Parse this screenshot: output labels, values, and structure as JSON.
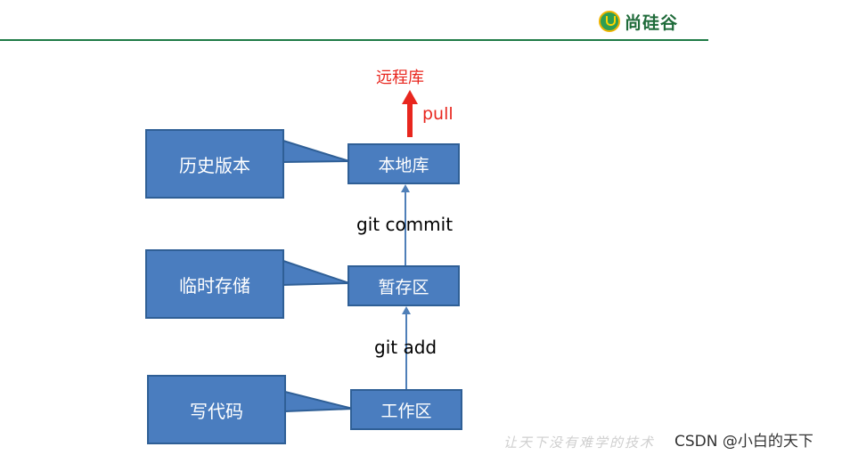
{
  "header": {
    "logo_text": "尚硅谷",
    "logo_icon": "u-badge-icon",
    "rule_color": "#1e7a45"
  },
  "diagram": {
    "remote": {
      "label": "远程库",
      "op": "pull",
      "color": "#e8261e"
    },
    "stages": [
      {
        "id": "local",
        "label": "本地库",
        "note": "历史版本"
      },
      {
        "id": "staging",
        "label": "暂存区",
        "note": "临时存储"
      },
      {
        "id": "workspace",
        "label": "工作区",
        "note": "写代码"
      }
    ],
    "ops": [
      {
        "label": "git commit"
      },
      {
        "label": "git add"
      }
    ],
    "box_fill": "#4a7dbf",
    "box_border": "#2f5f96"
  },
  "footer": {
    "motto": "让天下没有难学的技术",
    "watermark": "CSDN @小白的天下"
  }
}
